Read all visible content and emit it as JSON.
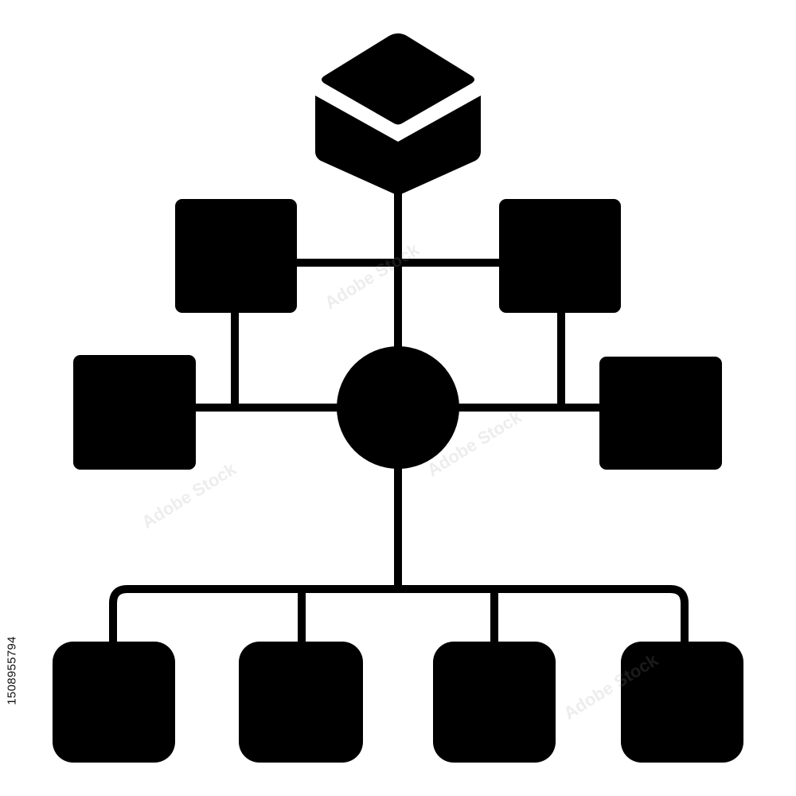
{
  "image_type": "black flat icon on white background",
  "icon_name": "hierarchy-network-icon",
  "stock_id": "1508955794",
  "watermark_text": "Adobe Stock",
  "colors": {
    "foreground": "#000000",
    "background": "#ffffff",
    "watermark": "#c9c9c9",
    "stock_id": "#111111"
  },
  "diagram": {
    "root": {
      "shape": "cube",
      "icon": "cube-icon"
    },
    "hub": {
      "shape": "circle",
      "icon": "circle-icon"
    },
    "upper_side_nodes": 2,
    "middle_side_nodes": 2,
    "bottom_nodes": 4
  }
}
